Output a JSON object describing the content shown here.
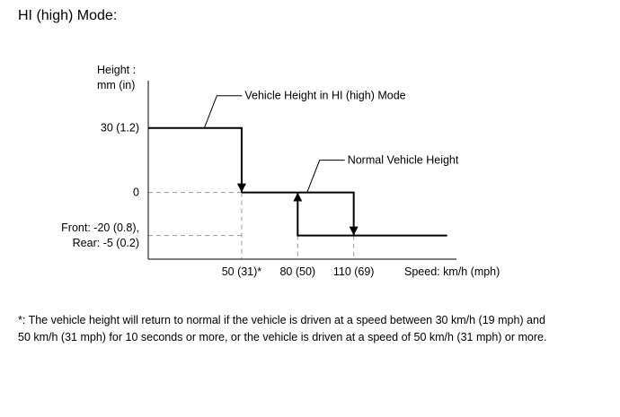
{
  "page": {
    "title": "HI (high) Mode:",
    "footnote": [
      "*: The vehicle height will return to normal if the vehicle is driven at a speed between 30 km/h (19 mph) and",
      "50 km/h (31 mph) for 10 seconds or more, or the vehicle is driven at a speed of 50 km/h (31 mph) or more."
    ]
  },
  "chart_data": {
    "type": "line",
    "ylabel": [
      "Height :",
      "mm (in)"
    ],
    "xlabel": "Speed: km/h (mph)",
    "x_ticks": [
      {
        "value": 50,
        "label": "50 (31)*"
      },
      {
        "value": 80,
        "label": "80 (50)"
      },
      {
        "value": 110,
        "label": "110 (69)"
      }
    ],
    "y_ticks": [
      {
        "value": 30,
        "label": [
          "30 (1.2)"
        ]
      },
      {
        "value": 0,
        "label": [
          "0"
        ]
      },
      {
        "value": -20,
        "label": [
          "Front: -20 (0.8),",
          "Rear: -5 (0.2)"
        ]
      }
    ],
    "xlim": [
      0,
      165
    ],
    "ylim": [
      -31,
      52
    ],
    "grid": false,
    "series": [
      {
        "name": "Vehicle Height in HI (high) Mode",
        "x": [
          0,
          50,
          50
        ],
        "y": [
          30,
          30,
          0
        ],
        "arrow_at_end": true
      },
      {
        "name": "Normal Vehicle Height",
        "x": [
          50,
          110,
          110
        ],
        "y": [
          0,
          0,
          -20
        ],
        "arrow_at_end": true
      },
      {
        "name": "",
        "x": [
          160,
          80,
          80
        ],
        "y": [
          -20,
          -20,
          0
        ],
        "arrow_at_end": true
      }
    ],
    "annotations": [
      {
        "text": "Vehicle Height in HI (high) Mode",
        "x": 30,
        "y": 30
      },
      {
        "text": "Normal Vehicle Height",
        "x": 85,
        "y": 0
      }
    ]
  }
}
